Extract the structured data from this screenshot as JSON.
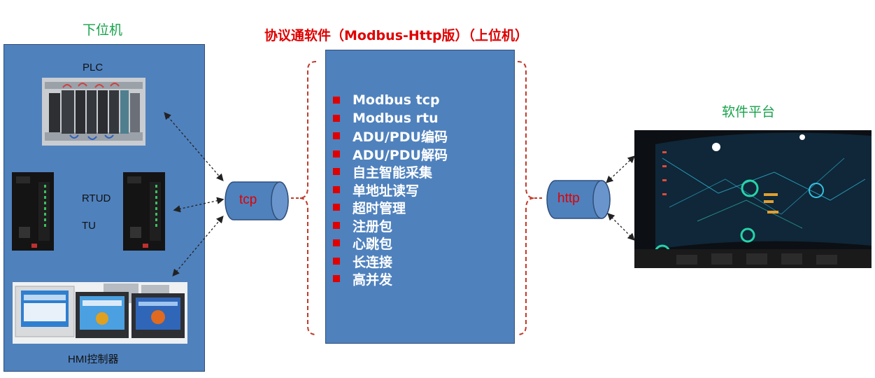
{
  "lower_machine": {
    "title": "下位机",
    "plc_label": "PLC",
    "rtud_label": "RTUD",
    "tu_label": "TU",
    "hmi_label": "HMI控制器"
  },
  "protocol_software": {
    "title": "协议通软件（Modbus-Http版）（上位机）",
    "features": [
      "Modbus tcp",
      "Modbus rtu",
      "ADU/PDU编码",
      "ADU/PDU解码",
      "自主智能采集",
      "单地址读写",
      "超时管理",
      "注册包",
      "心跳包",
      "长连接",
      "高并发"
    ]
  },
  "connectors": {
    "tcp_label": "tcp",
    "http_label": "http"
  },
  "platform": {
    "title": "软件平台"
  },
  "colors": {
    "panel_blue": "#4f81bd",
    "accent_red": "#e00000",
    "title_green": "#16a34a"
  }
}
